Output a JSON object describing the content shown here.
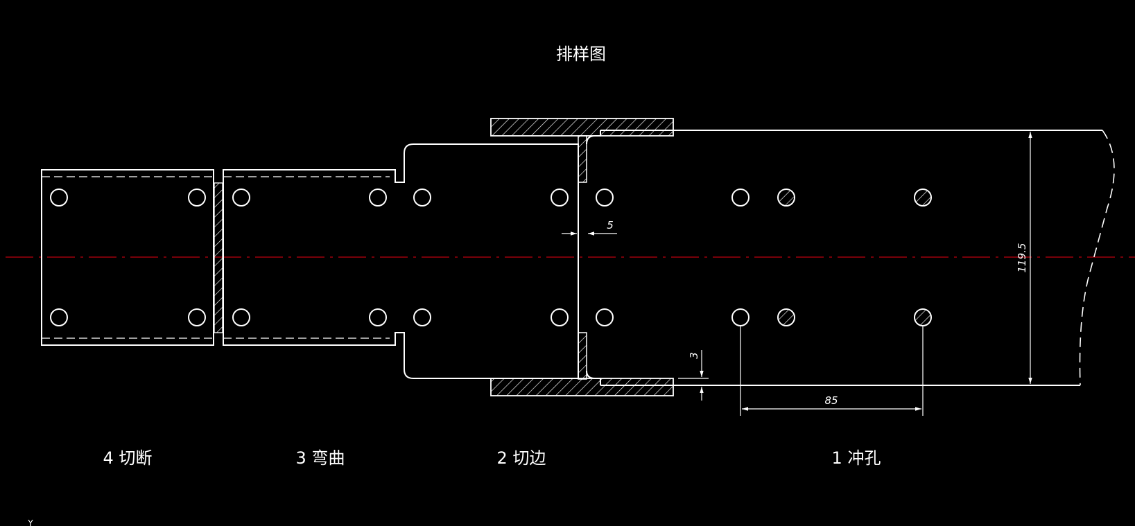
{
  "title": "排样图",
  "colors": {
    "background": "#000000",
    "outline": "#ffffff",
    "centerline": "#c0000f",
    "hatch": "#ffffff"
  },
  "stations": [
    {
      "label": "4 切断"
    },
    {
      "label": "3 弯曲"
    },
    {
      "label": "2 切边"
    },
    {
      "label": "1 冲孔"
    }
  ],
  "dimensions": {
    "gap": "5",
    "web_offset": "3",
    "pitch": "85",
    "strip_width": "119.5"
  },
  "corner_mark": "Y"
}
